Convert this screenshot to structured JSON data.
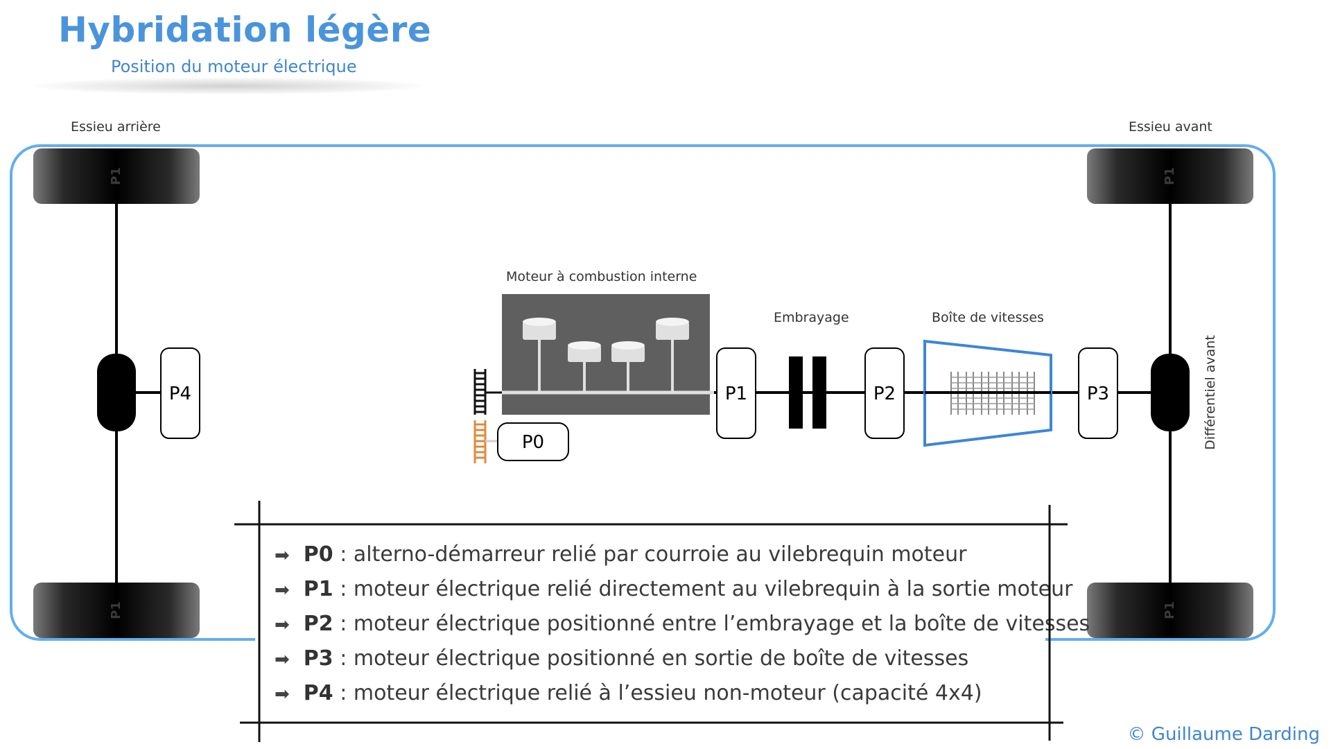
{
  "header": {
    "title": "Hybridation légère",
    "subtitle": "Position du moteur électrique"
  },
  "labels": {
    "rear_axle": "Essieu arrière",
    "front_axle": "Essieu avant",
    "engine": "Moteur à combustion interne",
    "clutch": "Embrayage",
    "gearbox": "Boîte de vitesses",
    "front_differential": "Différentiel avant",
    "wheel_mark": "P1"
  },
  "positions": {
    "p0": "P0",
    "p1": "P1",
    "p2": "P2",
    "p3": "P3",
    "p4": "P4"
  },
  "legend": [
    {
      "code": "P0",
      "text": " : alterno-démarreur relié par courroie au vilebrequin moteur"
    },
    {
      "code": "P1",
      "text": " : moteur électrique relié directement au vilebrequin à la sortie moteur"
    },
    {
      "code": "P2",
      "text": " : moteur électrique positionné entre l’embrayage et la boîte de vitesses"
    },
    {
      "code": "P3",
      "text": " : moteur électrique positionné en sortie de boîte de vitesses"
    },
    {
      "code": "P4",
      "text": " : moteur électrique relié à l’essieu non-moteur (capacité 4x4)"
    }
  ],
  "copyright": "© Guillaume Darding",
  "colors": {
    "accent_blue": "#4a94dc",
    "frame_blue": "#62aef0",
    "engine_grey": "#5f5f5f",
    "belt_orange": "#e08a3a",
    "legend_arrow": "➡"
  }
}
